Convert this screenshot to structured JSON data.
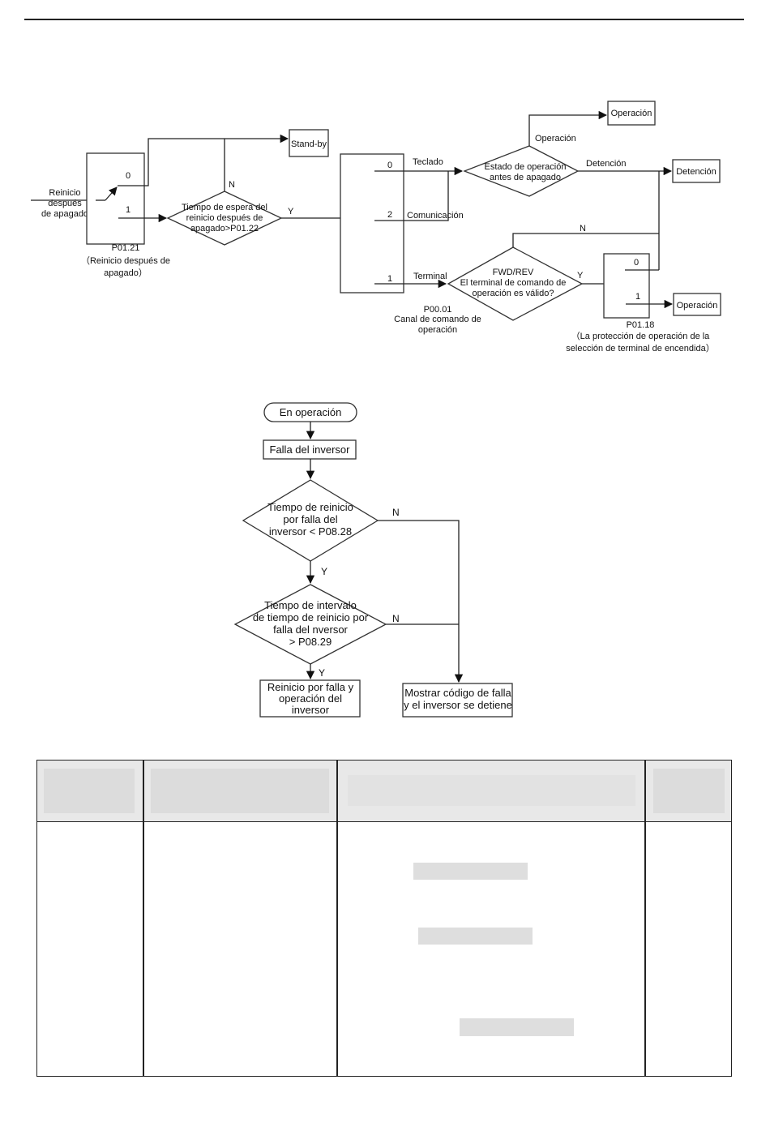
{
  "diagram1": {
    "restart_input": [
      "Reinicio",
      "después",
      "de apagado"
    ],
    "sw1_label_0": "0",
    "sw1_label_1": "1",
    "sw1_param": "P01.21",
    "sw1_desc": [
      "（Reinicio después de",
      "apagado）"
    ],
    "standby": "Stand-by",
    "n_label_top": "N",
    "wait_decision": [
      "Tiempo de espera del",
      "reinicio después de",
      "apagado>P01.22"
    ],
    "y_label": "Y",
    "ch_label_0": "0",
    "ch_label_2": "2",
    "ch_label_1": "1",
    "teclado": "Teclado",
    "comunicacion": "Comunicación",
    "terminal": "Terminal",
    "ch_param": "P00.01",
    "ch_desc": [
      "Canal de comando de",
      "operación"
    ],
    "state_decision": [
      "Estado de operación",
      "antes de apagado"
    ],
    "operacion_label": "Operación",
    "operacion_box_top": "Operación",
    "detencion_label": "Detención",
    "detencion_box": "Detención",
    "fwd_decision": [
      "FWD/REV",
      "El terminal de comando de",
      "operación es válido?"
    ],
    "n_label_fwd": "N",
    "y_label_fwd": "Y",
    "sw2_label_0": "0",
    "sw2_label_1": "1",
    "sw2_param": "P01.18",
    "sw2_desc": [
      "（La protección de operación de la",
      "selección de terminal de encendida）"
    ],
    "operacion_box_bottom": "Operación"
  },
  "diagram2": {
    "start": "En operación",
    "fault": "Falla del inversor",
    "decision1": [
      "Tiempo de reinicio",
      "por falla del",
      "inversor < P08.28"
    ],
    "n1": "N",
    "y1": "Y",
    "decision2": [
      "Tiempo de intervalo",
      "de tiempo de reinicio por",
      "falla del nversor",
      "> P08.29"
    ],
    "n2": "N",
    "y2": "Y",
    "restart_box": [
      "Reinicio por falla y",
      "operación del",
      "inversor"
    ],
    "stop_box": [
      "Mostrar código de falla",
      "y el inversor se detiene"
    ]
  }
}
